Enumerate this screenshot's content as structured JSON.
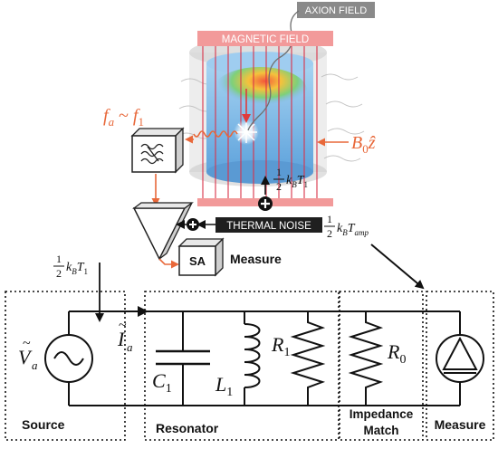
{
  "top": {
    "axion_field_label": "AXION FIELD",
    "magnetic_field_label": "MAGNETIC FIELD",
    "thermal_noise_label": "THERMAL NOISE",
    "measure_label": "Measure",
    "sa_label": "SA",
    "freq_relation": {
      "fa": "f",
      "a_sub": "a",
      "sim": " ~ ",
      "f1": "f",
      "one_sub": "1"
    },
    "b_field": {
      "B": "B",
      "zero": "0",
      "zhat": "ẑ"
    },
    "cavity_noise": {
      "num": "1",
      "den": "2",
      "k": "k",
      "B": "B",
      "T": "T",
      "one": "1"
    },
    "amp_noise": {
      "num": "1",
      "den": "2",
      "k": "k",
      "B": "B",
      "T": "T",
      "amp": "amp"
    }
  },
  "circuit": {
    "source_noise": {
      "num": "1",
      "den": "2",
      "k": "k",
      "B": "B",
      "T": "T",
      "one": "1"
    },
    "Va": "V",
    "Va_tilde": "~",
    "Va_sub": "a",
    "Ia": "I",
    "Ia_tilde": "~",
    "Ia_sub": "a",
    "C1": "C",
    "C1_sub": "1",
    "L1": "L",
    "L1_sub": "1",
    "R1": "R",
    "R1_sub": "1",
    "R0": "R",
    "R0_sub": "0",
    "boxes": {
      "source": "Source",
      "resonator": "Resonator",
      "impedance_line1": "Impedance",
      "impedance_line2": "Match",
      "measure": "Measure"
    }
  },
  "colors": {
    "orange": "#E8683A",
    "magnetic_band": "#F29A9A",
    "magnetic_band_text": "#ffffff",
    "field_line": "#D9324A",
    "axion_box": "#8a8a8a",
    "cavity": "#7FB8E6",
    "label_dark": "#222222"
  }
}
